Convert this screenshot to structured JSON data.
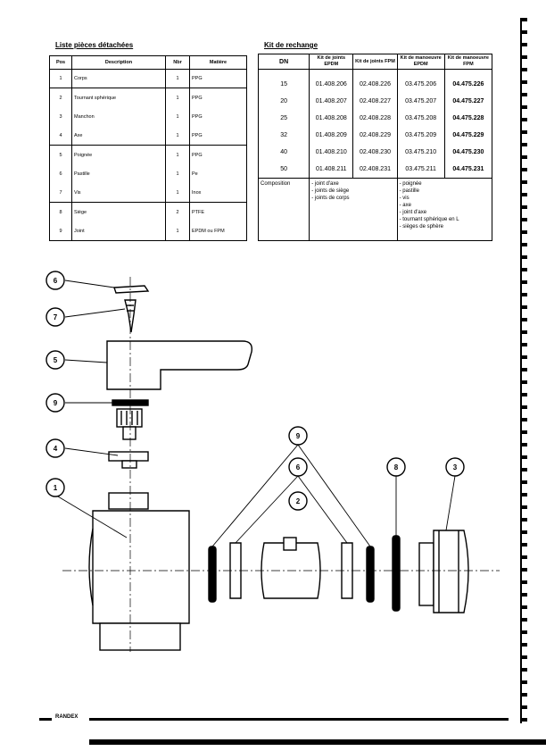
{
  "parts_list": {
    "title": "Liste pièces détachées",
    "headers": [
      "Pos",
      "Description",
      "Nbr",
      "Matière"
    ],
    "rows": [
      {
        "pos": "1",
        "desc": "Corps",
        "nbr": "1",
        "mat": "PPG"
      },
      {
        "pos": "2",
        "desc": "Tournant sphérique",
        "nbr": "1",
        "mat": "PPG"
      },
      {
        "pos": "3",
        "desc": "Manchon",
        "nbr": "1",
        "mat": "PPG"
      },
      {
        "pos": "4",
        "desc": "Axe",
        "nbr": "1",
        "mat": "PPG"
      },
      {
        "pos": "5",
        "desc": "Poignée",
        "nbr": "1",
        "mat": "PPG"
      },
      {
        "pos": "6",
        "desc": "Pastille",
        "nbr": "1",
        "mat": "Pe"
      },
      {
        "pos": "7",
        "desc": "Vis",
        "nbr": "1",
        "mat": "Inox"
      },
      {
        "pos": "8",
        "desc": "Siège",
        "nbr": "2",
        "mat": "PTFE"
      },
      {
        "pos": "9",
        "desc": "Joint",
        "nbr": "1",
        "mat": "EPDM ou FPM"
      }
    ]
  },
  "kit": {
    "title": "Kit de rechange",
    "headers": {
      "dn": "DN",
      "joints_epdm": "Kit de joints EPDM",
      "joints_fpm": "Kit de joints FPM",
      "manoeuvre_epdm": "Kit de manoeuvre EPDM",
      "manoeuvre_fpm": "Kit de manoeuvre FPM"
    },
    "rows": [
      {
        "dn": "15",
        "je": "01.408.206",
        "jf": "02.408.226",
        "me": "03.475.206",
        "mf": "04.475.226"
      },
      {
        "dn": "20",
        "je": "01.408.207",
        "jf": "02.408.227",
        "me": "03.475.207",
        "mf": "04.475.227"
      },
      {
        "dn": "25",
        "je": "01.408.208",
        "jf": "02.408.228",
        "me": "03.475.208",
        "mf": "04.475.228"
      },
      {
        "dn": "32",
        "je": "01.408.209",
        "jf": "02.408.229",
        "me": "03.475.209",
        "mf": "04.475.229"
      },
      {
        "dn": "40",
        "je": "01.408.210",
        "jf": "02.408.230",
        "me": "03.475.210",
        "mf": "04.475.230"
      },
      {
        "dn": "50",
        "je": "01.408.211",
        "jf": "02.408.231",
        "me": "03.475.211",
        "mf": "04.475.231"
      }
    ],
    "composition_label": "Composition",
    "composition_joints": [
      "- joint d'axe",
      "- joints de siège",
      "- joints de corps"
    ],
    "composition_manoeuvre": [
      "- poignée",
      "- pastille",
      "- vis",
      "- axe",
      "- joint d'axe",
      "- tournant sphérique en L",
      "- sièges de sphère"
    ]
  },
  "callouts": [
    "6",
    "7",
    "5",
    "9",
    "4",
    "1",
    "9",
    "6",
    "2",
    "8",
    "3"
  ],
  "footer": {
    "brand": "RANDEX"
  }
}
